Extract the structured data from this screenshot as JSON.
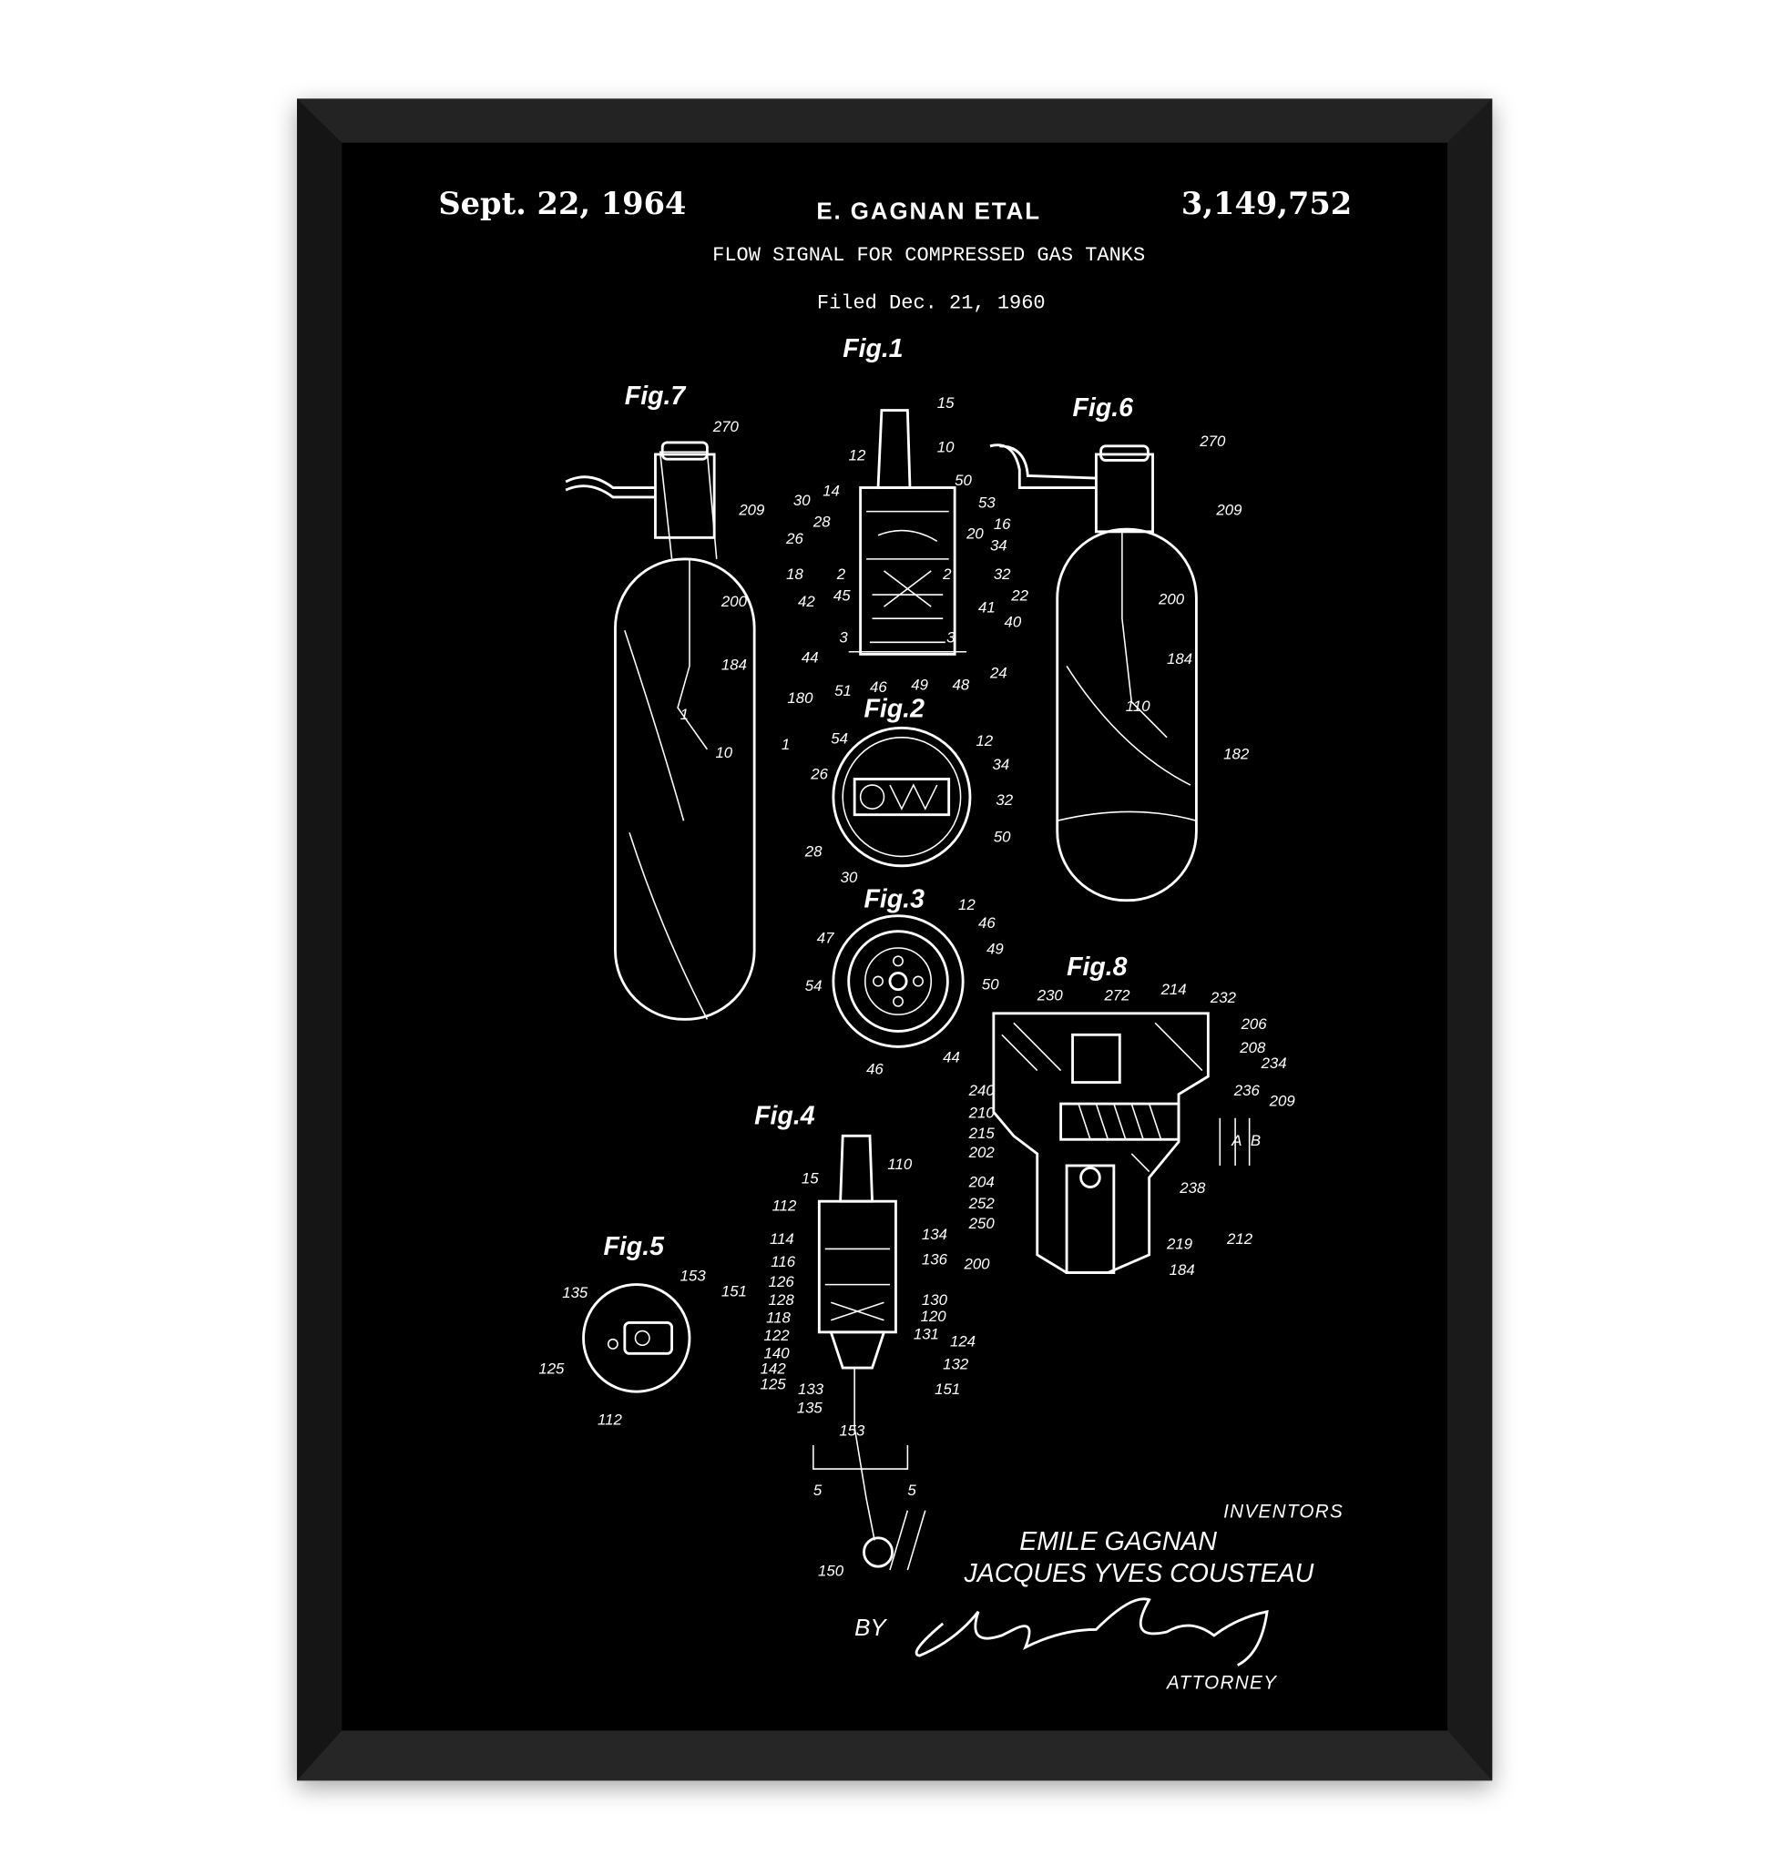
{
  "poster": {
    "date": "Sept. 22, 1964",
    "inventor_header": "E. GAGNAN ETAL",
    "patent_number": "3,149,752",
    "title": "FLOW SIGNAL FOR COMPRESSED GAS TANKS",
    "filed": "Filed Dec. 21, 1960"
  },
  "figures": [
    "Fig.1",
    "Fig.2",
    "Fig.3",
    "Fig.4",
    "Fig.5",
    "Fig.6",
    "Fig.7",
    "Fig.8"
  ],
  "callouts": [
    "15",
    "10",
    "12",
    "50",
    "14",
    "30",
    "53",
    "28",
    "16",
    "20",
    "26",
    "34",
    "18",
    "2",
    "2",
    "32",
    "45",
    "22",
    "42",
    "41",
    "40",
    "3",
    "3",
    "44",
    "24",
    "51",
    "46",
    "49",
    "48",
    "54",
    "12",
    "26",
    "34",
    "32",
    "28",
    "50",
    "30",
    "12",
    "46",
    "47",
    "49",
    "54",
    "50",
    "44",
    "46",
    "270",
    "209",
    "200",
    "184",
    "180",
    "10",
    "1",
    "1",
    "270",
    "209",
    "200",
    "184",
    "110",
    "182",
    "230",
    "272",
    "214",
    "232",
    "206",
    "208",
    "234",
    "236",
    "209",
    "240",
    "210",
    "215",
    "202",
    "204",
    "252",
    "250",
    "200",
    "238",
    "212",
    "219",
    "184",
    "A",
    "B",
    "15",
    "110",
    "112",
    "114",
    "134",
    "116",
    "136",
    "126",
    "128",
    "130",
    "118",
    "120",
    "122",
    "131",
    "124",
    "140",
    "132",
    "142",
    "125",
    "151",
    "133",
    "135",
    "153",
    "5",
    "5",
    "150",
    "135",
    "153",
    "151",
    "125",
    "112"
  ],
  "signature_block": {
    "inventors_label": "INVENTORS",
    "inventor_1": "EMILE GAGNAN",
    "inventor_2": "JACQUES YVES COUSTEAU",
    "by": "BY",
    "signature": "Alden Brooks",
    "attorney_label": "ATTORNEY"
  },
  "colors": {
    "frame": "#1c1c1c",
    "mat": "#000000",
    "ink": "#ffffff",
    "wall": "#ffffff"
  }
}
